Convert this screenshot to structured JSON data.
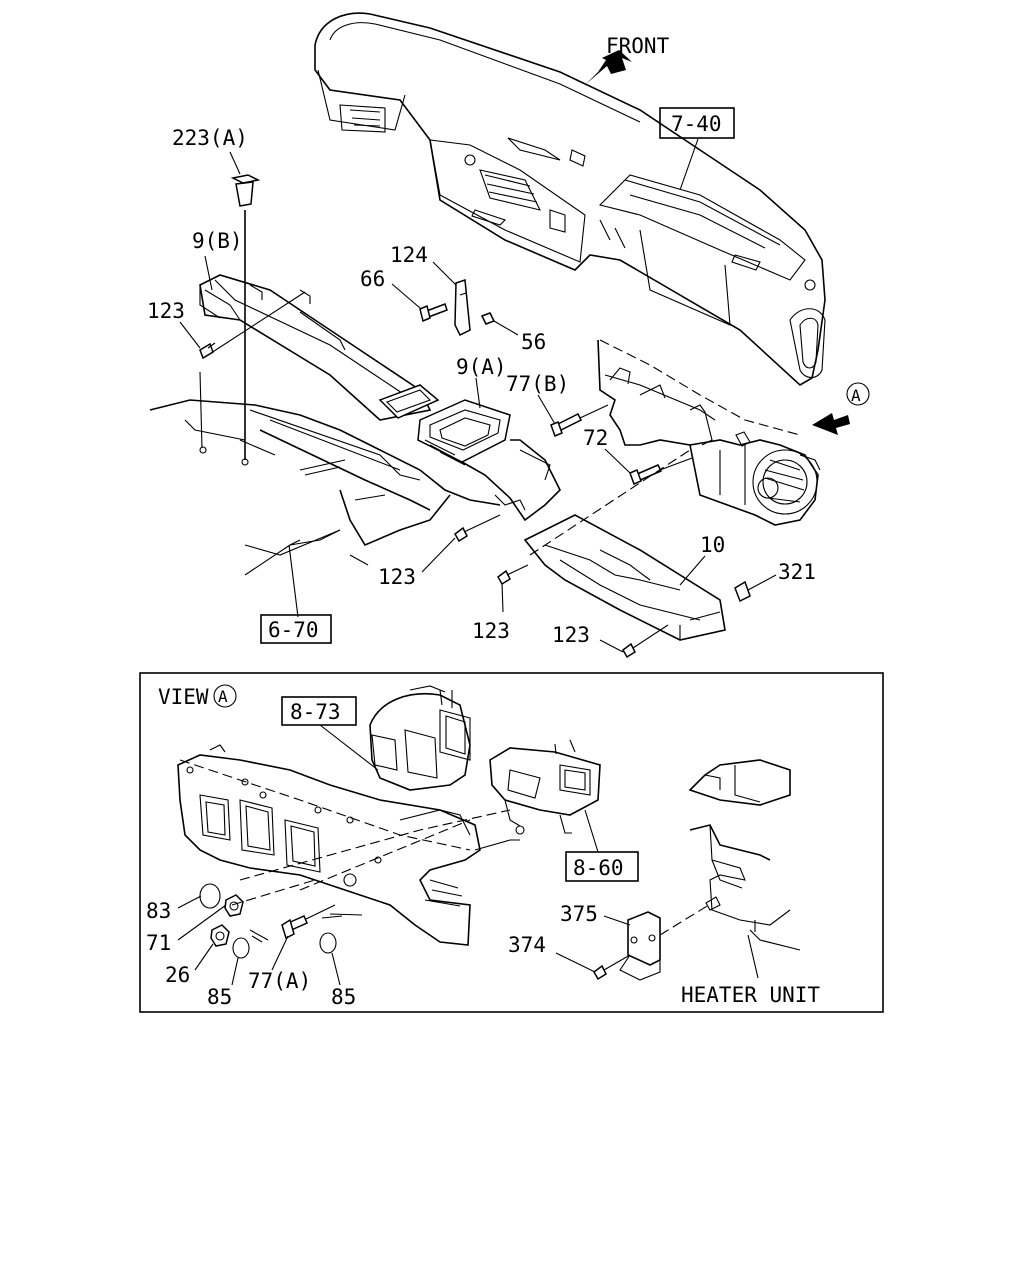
{
  "direction": {
    "front_label": "FRONT"
  },
  "refs": {
    "r_7_40": "7-40",
    "r_6_70": "6-70",
    "r_8_73": "8-73",
    "r_8_60": "8-60"
  },
  "callouts": {
    "c223a": "223(A)",
    "c9b": "9(B)",
    "c123_left": "123",
    "c124": "124",
    "c66": "66",
    "c56": "56",
    "c9a": "9(A)",
    "c77b": "77(B)",
    "c72": "72",
    "c123_mid": "123",
    "c10": "10",
    "c321": "321",
    "c123_low": "123",
    "c123_right": "123"
  },
  "view": {
    "title": "VIEW",
    "marker": "A",
    "c83": "83",
    "c71": "71",
    "c26": "26",
    "c85_left": "85",
    "c77a": "77(A)",
    "c85_right": "85",
    "c375": "375",
    "c374": "374",
    "heater_unit": "HEATER UNIT"
  }
}
